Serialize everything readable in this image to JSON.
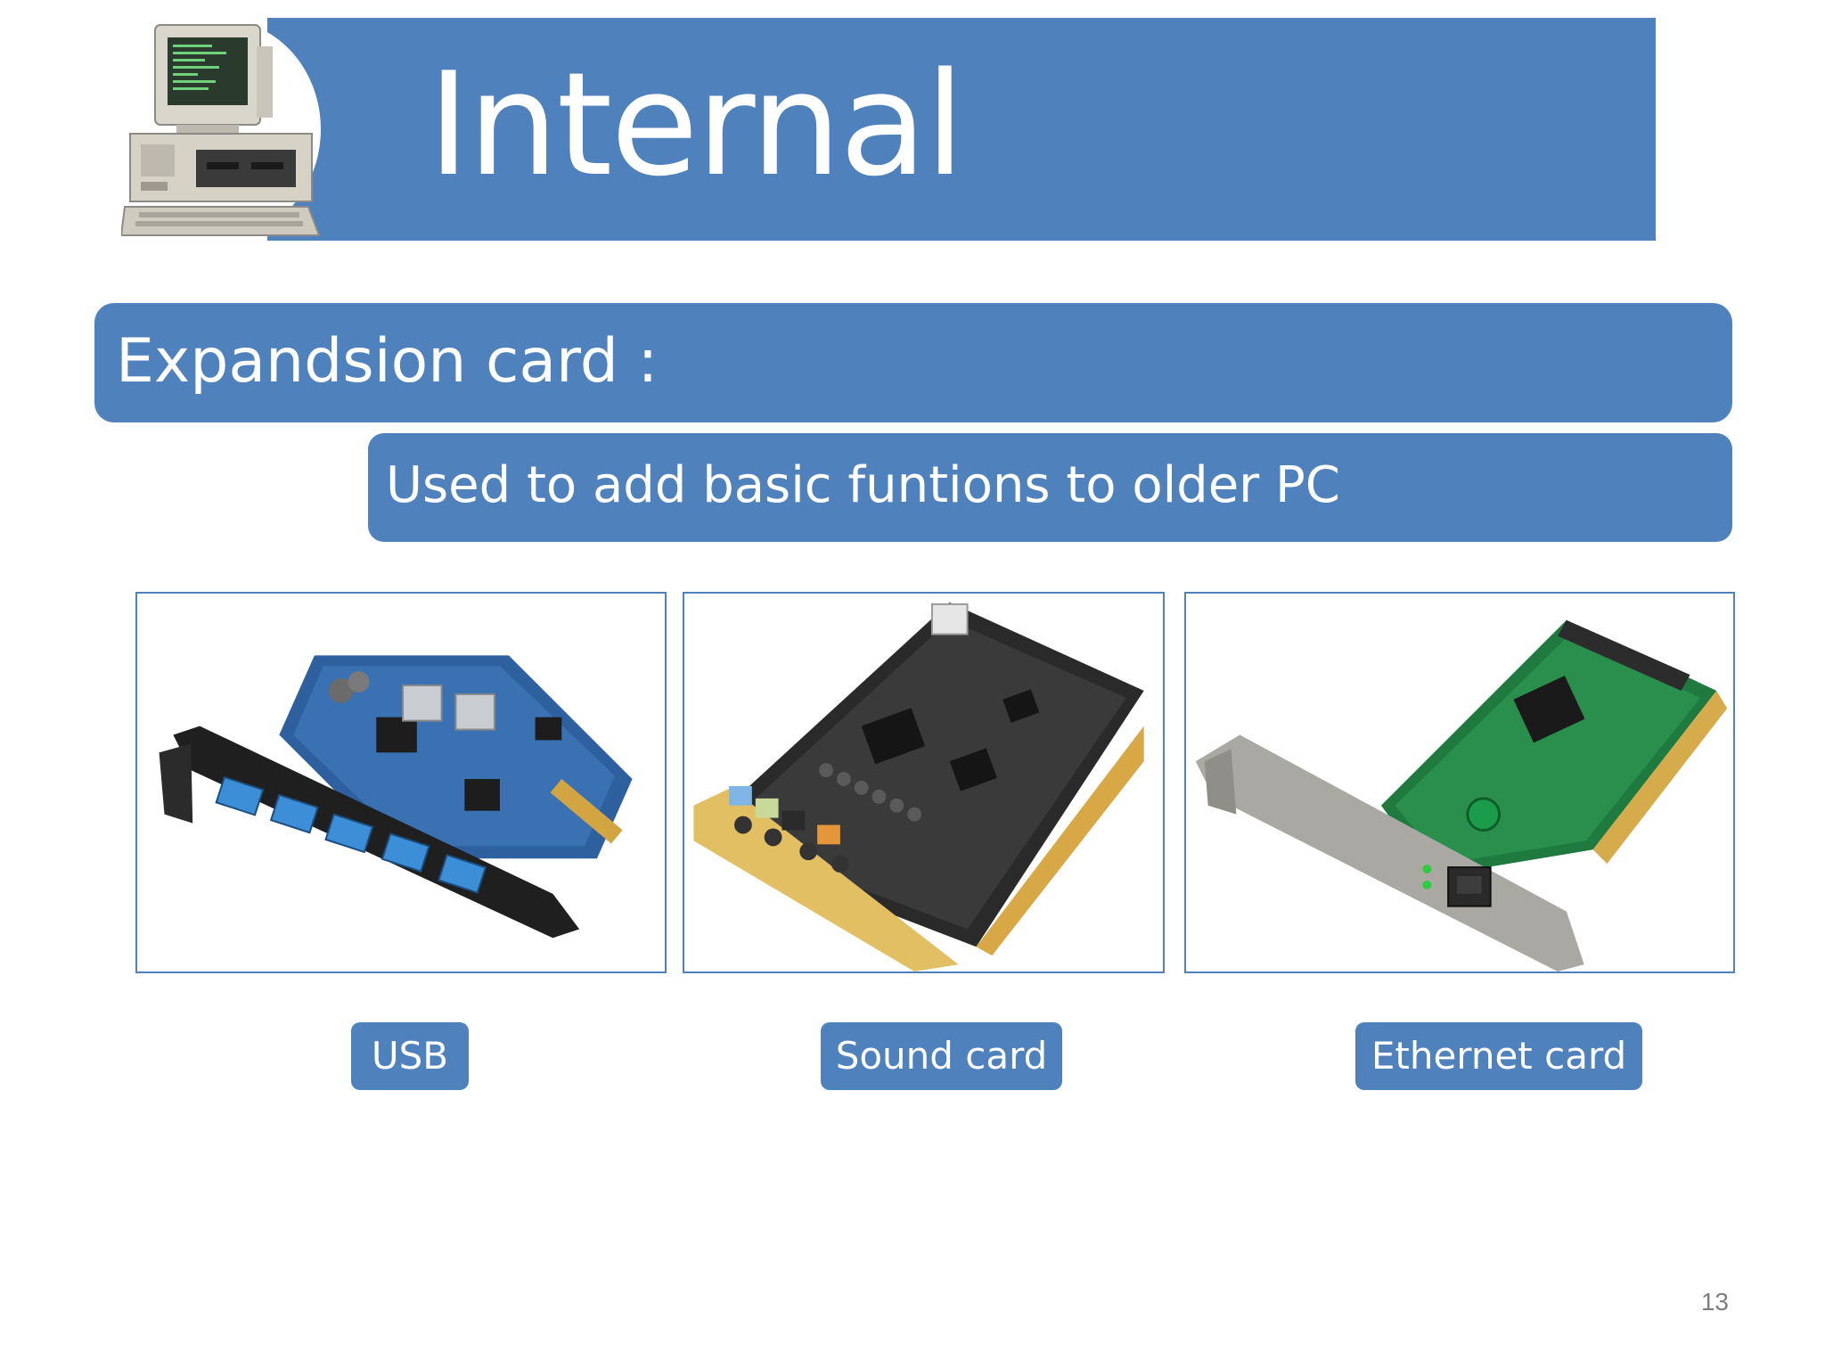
{
  "slide": {
    "title": "Internal devices…",
    "heading": "Expandsion card :",
    "subheading": "Used to add basic funtions to older PC",
    "cards": [
      {
        "label": "USB",
        "icon": "usb-expansion-card-image"
      },
      {
        "label": "Sound card",
        "icon": "sound-card-image"
      },
      {
        "label": "Ethernet card",
        "icon": "ethernet-card-image"
      }
    ],
    "page_number": "13"
  },
  "colors": {
    "accent": "#4f81bd",
    "text_on_accent": "#ffffff",
    "page_number": "#7f7f7f"
  }
}
